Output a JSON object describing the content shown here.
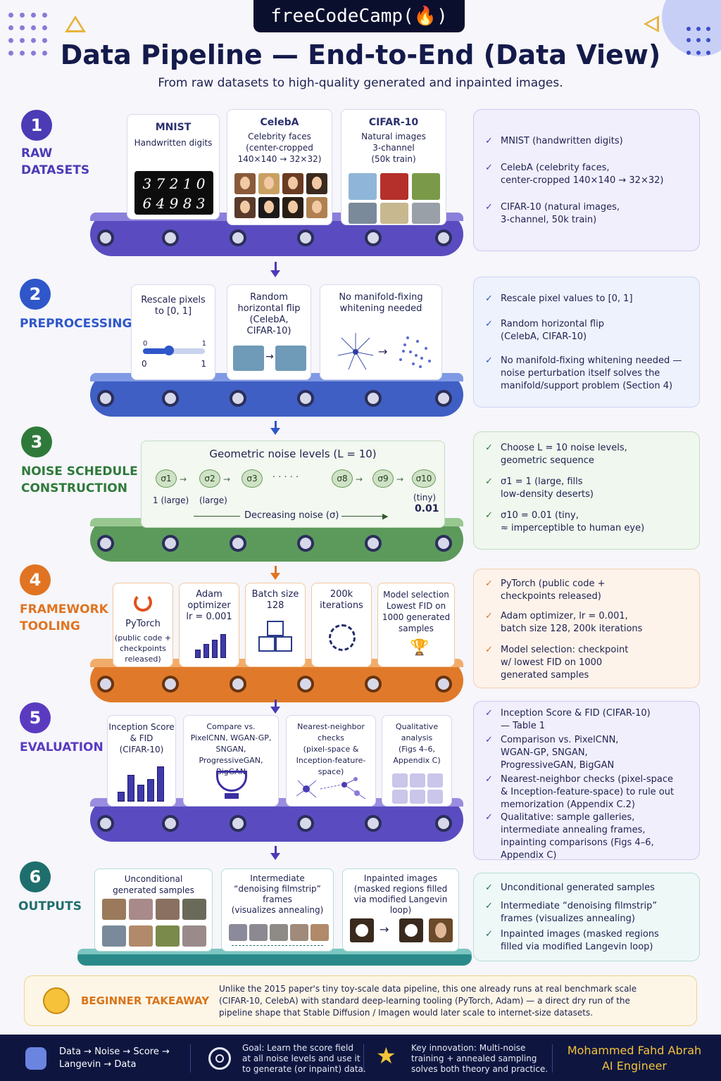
{
  "brand": "freeCodeCamp(🔥)",
  "title": "Data Pipeline — End-to-End (Data View)",
  "subtitle": "From raw datasets to high-quality generated and inpainted images.",
  "colors": {
    "purple": "#4b3bb5",
    "blue": "#2f57c9",
    "green": "#2f7a3a",
    "orange": "#e07422",
    "teal": "#2a8a8a",
    "navy": "#0e1640"
  },
  "steps": [
    {
      "num": "1",
      "label": [
        "RAW",
        "DATASETS"
      ],
      "cards": [
        {
          "title": "MNIST",
          "sub": "Handwritten digits",
          "digits1": "3 7 2 1 0",
          "digits2": "6 4 9 8 3"
        },
        {
          "title": "CelebA",
          "sub": [
            "Celebrity faces",
            "(center-cropped",
            "140×140 → 32×32)"
          ]
        },
        {
          "title": "CIFAR-10",
          "sub": [
            "Natural images",
            "3-channel",
            "(50k train)"
          ]
        }
      ],
      "bullets": [
        [
          "MNIST (handwritten digits)"
        ],
        [
          "CelebA (celebrity faces,",
          "center-cropped 140×140 → 32×32)"
        ],
        [
          "CIFAR-10 (natural images,",
          "3-channel, 50k train)"
        ]
      ]
    },
    {
      "num": "2",
      "label": [
        "PREPROCESSING"
      ],
      "cards": [
        {
          "title": [
            "Rescale pixels",
            "to [0, 1]"
          ],
          "tick0": "0",
          "tick1": "1",
          "min": "0",
          "max": "1"
        },
        {
          "title": [
            "Random",
            "horizontal flip",
            "(CelebA,",
            "CIFAR-10)"
          ]
        },
        {
          "title": [
            "No manifold-fixing",
            "whitening needed"
          ]
        }
      ],
      "bullets": [
        [
          "Rescale pixel values to [0, 1]"
        ],
        [
          "Random horizontal flip",
          "(CelebA, CIFAR-10)"
        ],
        [
          "No manifold-fixing whitening needed —",
          "noise perturbation itself solves the",
          "manifold/support problem (Section 4)"
        ]
      ]
    },
    {
      "num": "3",
      "label": [
        "NOISE SCHEDULE",
        "CONSTRUCTION"
      ],
      "card": {
        "title": "Geometric noise levels (L = 10)",
        "sigmas": [
          "σ1",
          "σ2",
          "σ3",
          "σ8",
          "σ9",
          "σ10"
        ],
        "ellipsis": "· · · · ·",
        "s1": "1 (large)",
        "s2": "(large)",
        "s10a": "(tiny)",
        "s10b": "0.01",
        "axis": "Decreasing noise (σ)"
      },
      "bullets": [
        [
          "Choose L = 10 noise levels,",
          "geometric sequence"
        ],
        [
          "σ1 = 1 (large, fills",
          "low-density deserts)"
        ],
        [
          "σ10 = 0.01 (tiny,",
          "≈ imperceptible to human eye)"
        ]
      ]
    },
    {
      "num": "4",
      "label": [
        "FRAMEWORK /",
        "TOOLING"
      ],
      "cards": [
        {
          "title": "PyTorch",
          "sub": [
            "(public code +",
            "checkpoints",
            "released)"
          ]
        },
        {
          "title": [
            "Adam",
            "optimizer",
            "lr = 0.001"
          ]
        },
        {
          "title": [
            "Batch size",
            "128"
          ]
        },
        {
          "title": [
            "200k",
            "iterations"
          ]
        },
        {
          "title": [
            "Model selection",
            "Lowest FID on",
            "1000 generated",
            "samples"
          ]
        }
      ],
      "bullets": [
        [
          "PyTorch (public code +",
          "checkpoints released)"
        ],
        [
          "Adam optimizer, lr = 0.001,",
          "batch size 128, 200k iterations"
        ],
        [
          "Model selection: checkpoint",
          "w/ lowest FID on 1000",
          "generated samples"
        ]
      ]
    },
    {
      "num": "5",
      "label": [
        "EVALUATION"
      ],
      "cards": [
        {
          "title": [
            "Inception Score",
            "& FID",
            "(CIFAR-10)"
          ]
        },
        {
          "title": [
            "Compare vs.",
            "PixelCNN, WGAN-GP,",
            "SNGAN, ProgressiveGAN,",
            "BigGAN"
          ]
        },
        {
          "title": [
            "Nearest-neighbor",
            "checks",
            "(pixel-space &",
            "Inception-feature-space)"
          ]
        },
        {
          "title": [
            "Qualitative",
            "analysis",
            "(Figs 4–6,",
            "Appendix C)"
          ]
        }
      ],
      "bullets": [
        [
          "Inception Score & FID (CIFAR-10)",
          "— Table 1"
        ],
        [
          "Comparison vs. PixelCNN,",
          "WGAN-GP, SNGAN,",
          "ProgressiveGAN, BigGAN"
        ],
        [
          "Nearest-neighbor checks (pixel-space",
          "& Inception-feature-space) to rule out",
          "memorization (Appendix C.2)"
        ],
        [
          "Qualitative: sample galleries,",
          "intermediate annealing frames,",
          "inpainting comparisons (Figs 4–6,",
          "Appendix C)"
        ]
      ]
    },
    {
      "num": "6",
      "label": [
        "OUTPUTS"
      ],
      "cards": [
        {
          "title": [
            "Unconditional",
            "generated samples"
          ]
        },
        {
          "title": [
            "Intermediate",
            "“denoising filmstrip”",
            "frames",
            "(visualizes annealing)"
          ]
        },
        {
          "title": [
            "Inpainted images",
            "(masked regions filled",
            "via modified Langevin loop)"
          ]
        }
      ],
      "bullets": [
        [
          "Unconditional generated samples"
        ],
        [
          "Intermediate “denoising filmstrip”",
          "frames (visualizes annealing)"
        ],
        [
          "Inpainted images (masked regions",
          "filled via modified Langevin loop)"
        ]
      ]
    }
  ],
  "takeaway": {
    "label": "BEGINNER TAKEAWAY",
    "lines": [
      "Unlike the 2015 paper's tiny toy-scale data pipeline, this one already runs at real benchmark scale",
      "(CIFAR-10, CelebA) with standard deep-learning tooling (PyTorch, Adam) — a direct dry run of the",
      "pipeline shape that Stable Diffusion / Imagen would later scale to internet-size datasets."
    ]
  },
  "footer": {
    "flow": [
      "Data → Noise → Score →",
      "Langevin → Data"
    ],
    "goal": [
      "Goal: Learn the score field",
      "at all noise levels and use it",
      "to generate (or inpaint) data."
    ],
    "key": [
      "Key innovation: Multi-noise",
      "training + annealed sampling",
      "solves both theory and practice."
    ],
    "author": "Mohammed Fahd Abrah",
    "role": "AI Engineer"
  }
}
